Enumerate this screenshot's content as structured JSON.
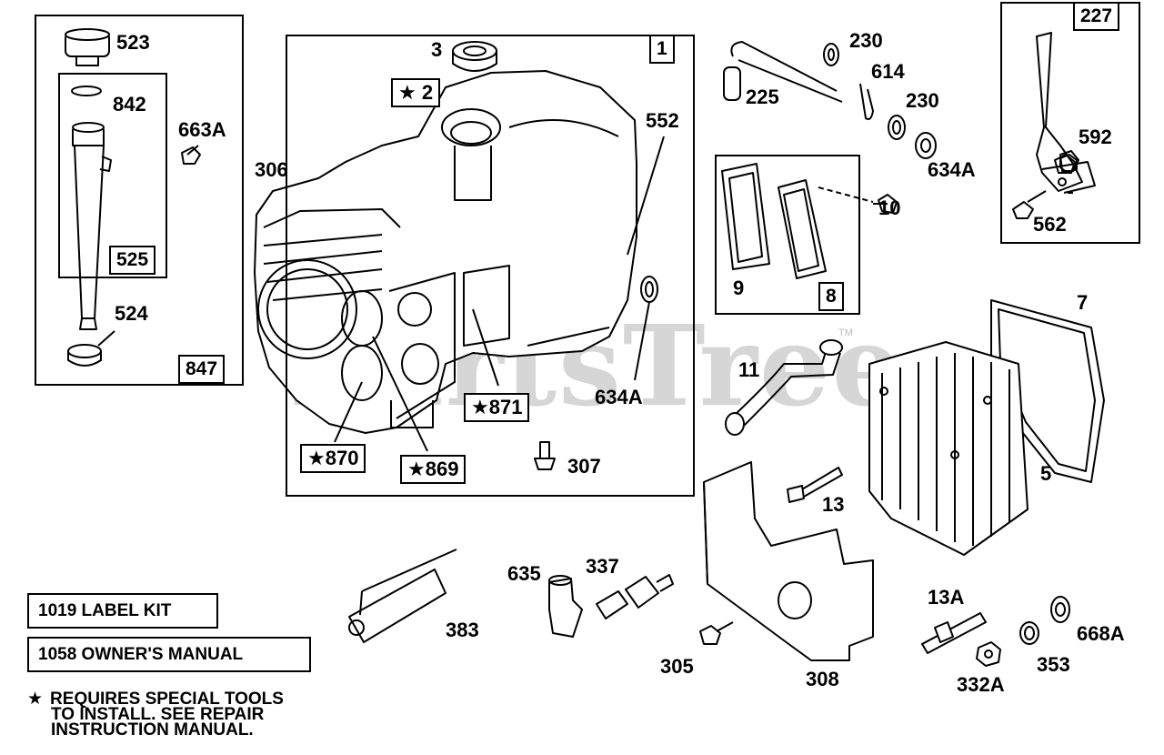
{
  "watermark": {
    "text": "PartsTree",
    "mark": "TM"
  },
  "groups": {
    "oil_fill": {
      "id": "847",
      "inner_id": "525"
    },
    "cylinder": {
      "id": "1"
    },
    "breather": {
      "id": "8"
    },
    "governor": {
      "id": "227"
    }
  },
  "parts": {
    "p523": "523",
    "p842": "842",
    "p663a": "663A",
    "p524": "524",
    "p3": "3",
    "p2": "2",
    "p306": "306",
    "p552": "552",
    "p634a_1": "634A",
    "p871": "871",
    "p870": "870",
    "p869": "869",
    "p307": "307",
    "p230_1": "230",
    "p614": "614",
    "p225": "225",
    "p230_2": "230",
    "p634a_2": "634A",
    "p10": "10",
    "p9": "9",
    "p592": "592",
    "p562": "562",
    "p7": "7",
    "p11": "11",
    "p5": "5",
    "p13": "13",
    "p635": "635",
    "p337": "337",
    "p383": "383",
    "p305": "305",
    "p308": "308",
    "p13a": "13A",
    "p668a": "668A",
    "p353": "353",
    "p332a": "332A"
  },
  "kits": {
    "label_kit": "1019 LABEL KIT",
    "owners_manual": "1058 OWNER'S MANUAL"
  },
  "footnote": {
    "symbol": "★",
    "line1": "REQUIRES SPECIAL TOOLS",
    "line2": "TO INSTALL.  SEE REPAIR",
    "line3": "INSTRUCTION MANUAL."
  },
  "special_tool_symbol": "★"
}
